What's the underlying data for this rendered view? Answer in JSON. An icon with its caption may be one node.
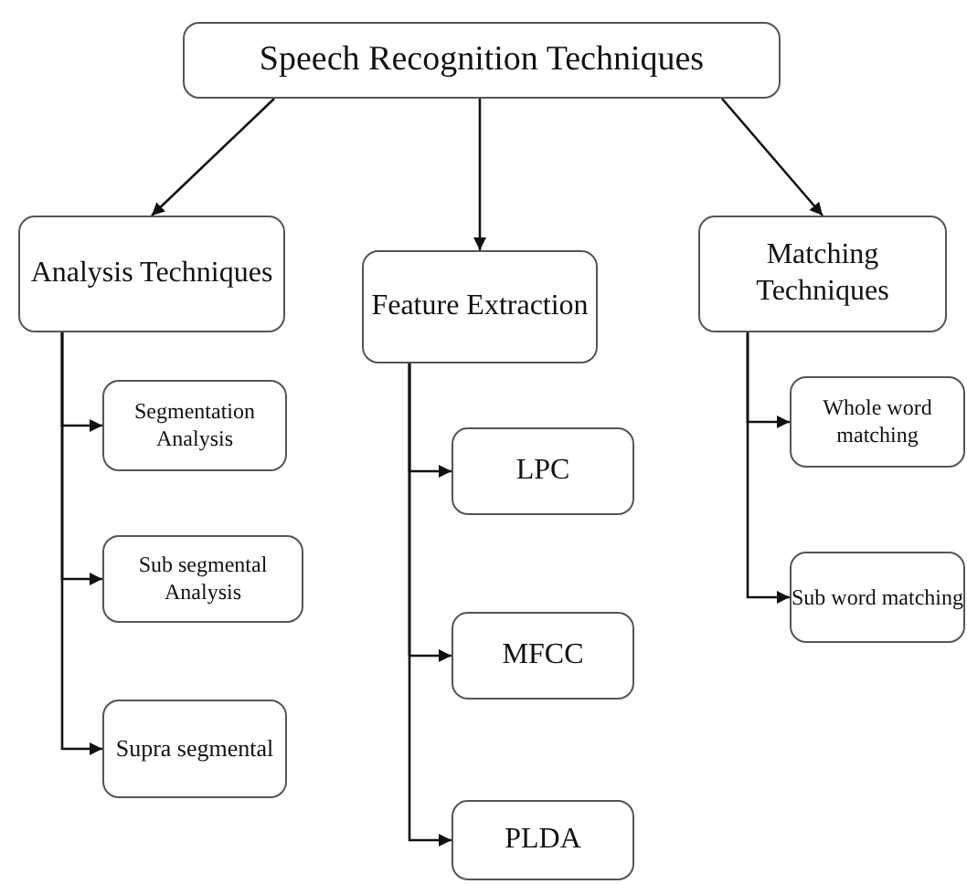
{
  "diagram": {
    "nodes": [
      {
        "text": [
          "Speech Recognition Techniques"
        ]
      },
      {
        "text": [
          "Analysis Techniques"
        ]
      },
      {
        "text": [
          "Feature Extraction"
        ]
      },
      {
        "text": [
          "Matching Techniques"
        ]
      },
      {
        "text": [
          "Segmentation Analysis"
        ]
      },
      {
        "text": [
          "Sub segmental Analysis"
        ]
      },
      {
        "text": [
          "Supra segmental"
        ]
      },
      {
        "text": [
          "LPC"
        ]
      },
      {
        "text": [
          "MFCC"
        ]
      },
      {
        "text": [
          "PLDA"
        ]
      },
      {
        "text": [
          "Whole word matching"
        ]
      },
      {
        "text": [
          "Sub word matching"
        ]
      }
    ],
    "edges": [
      {
        "from": 0,
        "to": 1,
        "arrow": "to"
      },
      {
        "from": 0,
        "to": 2,
        "arrow": "to"
      },
      {
        "from": 0,
        "to": 3,
        "arrow": "to"
      },
      {
        "from": 1,
        "to": 4,
        "arrow": "to"
      },
      {
        "from": 1,
        "to": 5,
        "arrow": "to"
      },
      {
        "from": 1,
        "to": 6,
        "arrow": "to"
      },
      {
        "from": 2,
        "to": 7,
        "arrow": "to"
      },
      {
        "from": 2,
        "to": 8,
        "arrow": "to"
      },
      {
        "from": 2,
        "to": 9,
        "arrow": "to"
      },
      {
        "from": 3,
        "to": 10,
        "arrow": "to"
      },
      {
        "from": 3,
        "to": 11,
        "arrow": "to"
      }
    ]
  }
}
